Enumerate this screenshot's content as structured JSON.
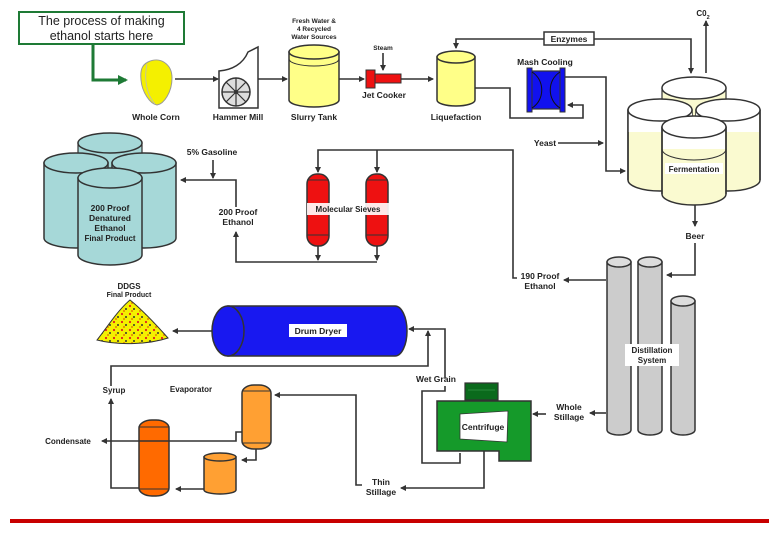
{
  "title": "Ethanol production process flow diagram",
  "callout": {
    "line1": "The process of making",
    "line2": "ethanol starts here"
  },
  "colors": {
    "callout_green": "#1e7a35",
    "corn_yellow": "#f4f000",
    "tank_yellow": "#ffff88",
    "jet_red": "#ee1111",
    "mash_blue": "#1111ee",
    "ferment_cream": "#fafad0",
    "product_teal": "#a6d8d8",
    "sieve_red": "#ee1111",
    "column_gray": "#cccccc",
    "dryer_blue": "#1818f0",
    "centrifuge_green": "#159a2a",
    "evap_orange_dark": "#ff6a00",
    "evap_orange_light": "#ffa033",
    "footer_red": "#c80000"
  },
  "equipment": {
    "whole_corn": "Whole Corn",
    "hammer_mill": "Hammer Mill",
    "slurry_tank": "Slurry Tank",
    "water_sources": [
      "Fresh Water &",
      "4 Recycled",
      "Water Sources"
    ],
    "steam": "Steam",
    "jet_cooker": "Jet Cooker",
    "liquefaction": "Liquefaction",
    "enzymes": "Enzymes",
    "mash_cooling": "Mash Cooling",
    "co2": "C0",
    "co2_sub": "2",
    "yeast": "Yeast",
    "fermentation": "Fermentation",
    "beer": "Beer",
    "distillation": [
      "Distillation",
      "System"
    ],
    "proof_190": [
      "190 Proof",
      "Ethanol"
    ],
    "molecular_sieves": "Molecular Sieves",
    "proof_200": [
      "200 Proof",
      "Ethanol"
    ],
    "gasoline": "5% Gasoline",
    "final_ethanol": [
      "200 Proof",
      "Denatured",
      "Ethanol",
      "Final Product"
    ],
    "ddgs": [
      "DDGS",
      "Final Product"
    ],
    "drum_dryer": "Drum Dryer",
    "wet_grain": "Wet Grain",
    "whole_stillage": [
      "Whole",
      "Stillage"
    ],
    "centrifuge": "Centrifuge",
    "thin_stillage": [
      "Thin",
      "Stillage"
    ],
    "syrup": "Syrup",
    "evaporator": "Evaporator",
    "condensate": "Condensate"
  }
}
